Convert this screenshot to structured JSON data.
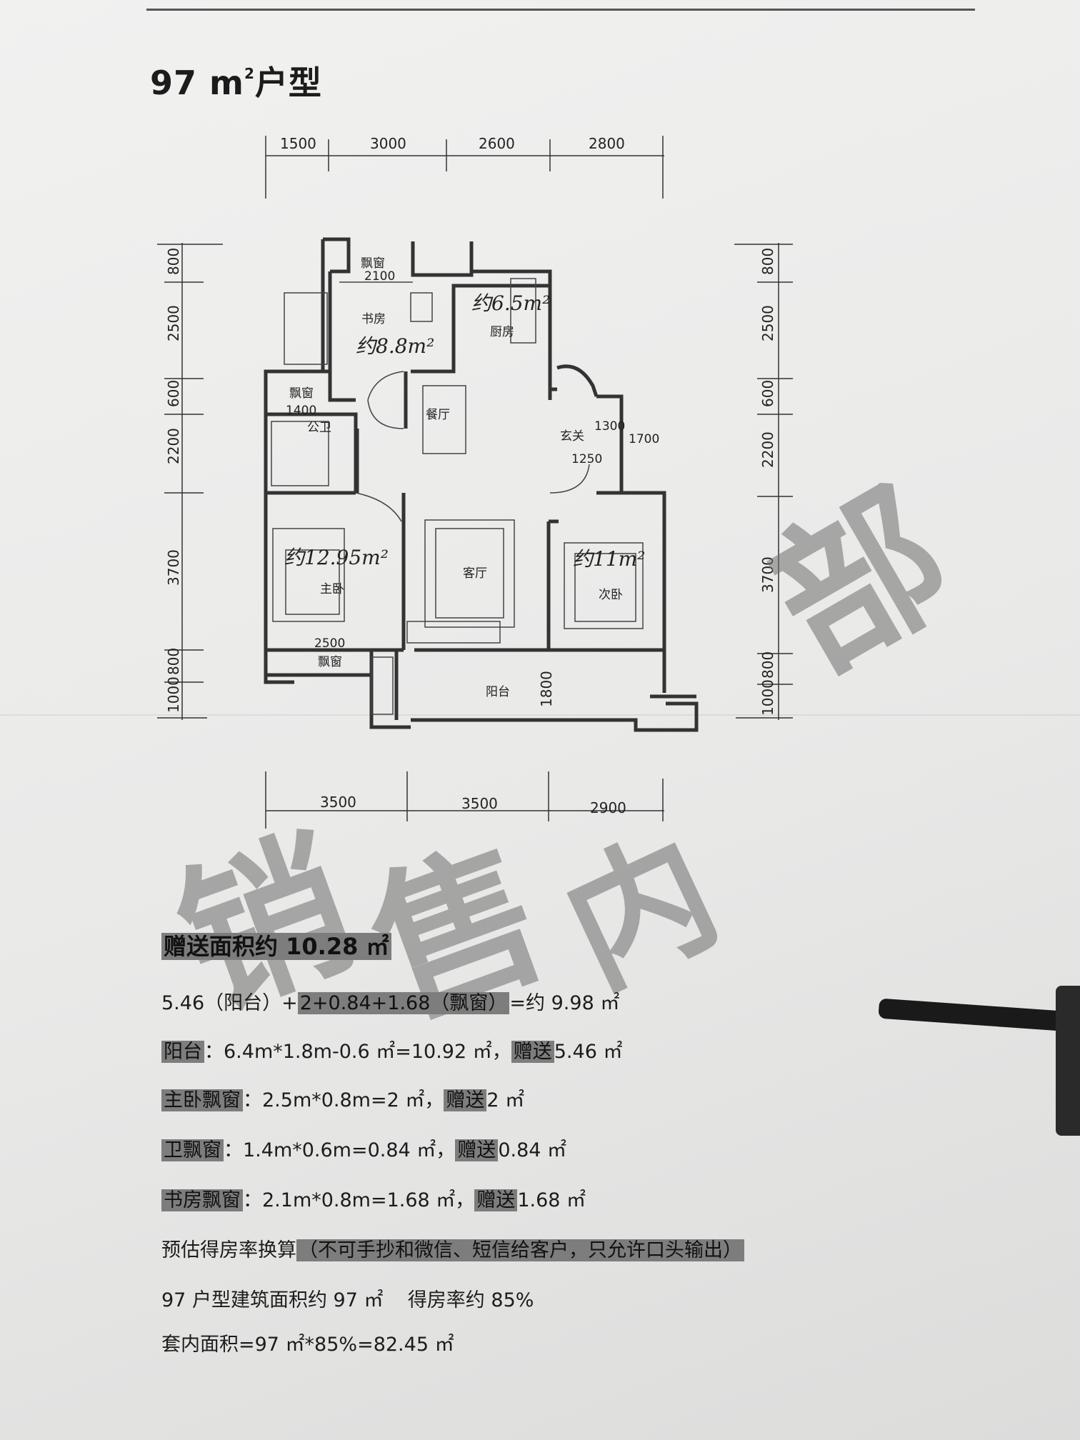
{
  "title": {
    "number": "97",
    "unit": "m",
    "sup": "2",
    "suffix": "户型"
  },
  "dims_top": [
    "1500",
    "3000",
    "2600",
    "2800"
  ],
  "dims_bottom": [
    "3500",
    "3500",
    "2900"
  ],
  "dims_left": [
    "800",
    "2500",
    "600",
    "2200",
    "3700",
    "800",
    "1000"
  ],
  "dims_right": [
    "800",
    "2500",
    "600",
    "2200",
    "3700",
    "800",
    "1000"
  ],
  "rooms": {
    "study": "书房",
    "study_window": "飘窗",
    "study_window_dim": "2100",
    "study_area": "约8.8m²",
    "kitchen": "厨房",
    "kitchen_area": "约6.5m²",
    "bath": "公卫",
    "bath_window": "飘窗",
    "bath_window_dim": "1400",
    "dining": "餐厅",
    "entry": "玄关",
    "entry_dim1": "1300",
    "entry_dim2": "1250",
    "entry_dim3": "1700",
    "living": "客厅",
    "master": "主卧",
    "master_area": "约12.95m²",
    "master_window": "飘窗",
    "master_window_dim": "2500",
    "second": "次卧",
    "second_area": "约11m²",
    "balcony": "阳台",
    "balcony_dim": "1800"
  },
  "watermark": {
    "a": "销",
    "b": "售",
    "c": "内",
    "d": "部"
  },
  "notes": {
    "heading": "赠送面积约 10.28 ㎡",
    "line1_a": "5.46（阳台）+",
    "line1_b": "2+0.84+1.68（飘窗）",
    "line1_c": "=约 9.98 ㎡",
    "line2_label": "阳台",
    "line2_text": "：6.4m*1.8m-0.6 ㎡=10.92 ㎡，",
    "line2_gift": "赠送",
    "line2_val": "5.46 ㎡",
    "line3_label": "主卧飘窗",
    "line3_text": "：2.5m*0.8m=2 ㎡，",
    "line3_gift": "赠送",
    "line3_val": "2 ㎡",
    "line4_label": "卫飘窗",
    "line4_text": "：1.4m*0.6m=0.84 ㎡，",
    "line4_gift": "赠送",
    "line4_val": "0.84 ㎡",
    "line5_label": "书房飘窗",
    "line5_text": "：2.1m*0.8m=1.68 ㎡，",
    "line5_gift": "赠送",
    "line5_val": "1.68 ㎡",
    "line6_a": "预估得房率换算",
    "line6_b": "（不可手抄和微信、短信给客户，只允许口头输出）",
    "line7_a": "97 户型建筑面积约 97 ㎡",
    "line7_b": "得房率约 85%",
    "line8": "套内面积=97 ㎡*85%=82.45 ㎡"
  },
  "colors": {
    "highlight": "#7d7d7d",
    "wall": "#333333",
    "watermark": "#6e6e6e"
  }
}
